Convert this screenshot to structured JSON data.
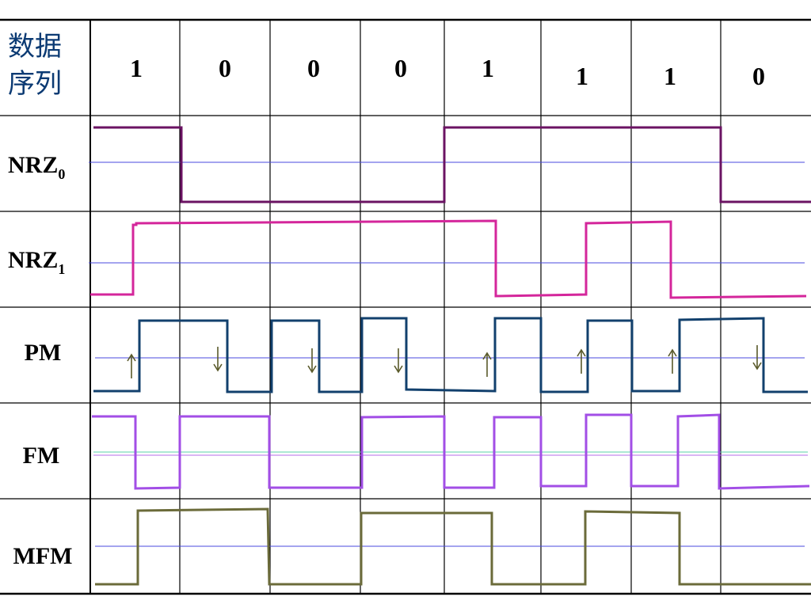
{
  "header": {
    "title_line1": "数据",
    "title_line2": "序列"
  },
  "bits": [
    "1",
    "0",
    "0",
    "0",
    "1",
    "1",
    "1",
    "0"
  ],
  "rows": [
    {
      "label": "NRZ",
      "sub": "0",
      "color": "#6b1363"
    },
    {
      "label": "NRZ",
      "sub": "1",
      "color": "#d4269b"
    },
    {
      "label": "PM",
      "sub": "",
      "color": "#12406d"
    },
    {
      "label": "FM",
      "sub": "",
      "color": "#a24ee6"
    },
    {
      "label": "MFM",
      "sub": "",
      "color": "#6b6b3a"
    }
  ],
  "pm_arrows": [
    "up",
    "down",
    "down",
    "down",
    "up",
    "up",
    "up",
    "down"
  ],
  "colors": {
    "grid": "#000000",
    "midline": "#4a4adf",
    "fm_midline_2": "#5ad0a8",
    "arrow": "#5a5a2a",
    "title": "#0b3a73"
  }
}
